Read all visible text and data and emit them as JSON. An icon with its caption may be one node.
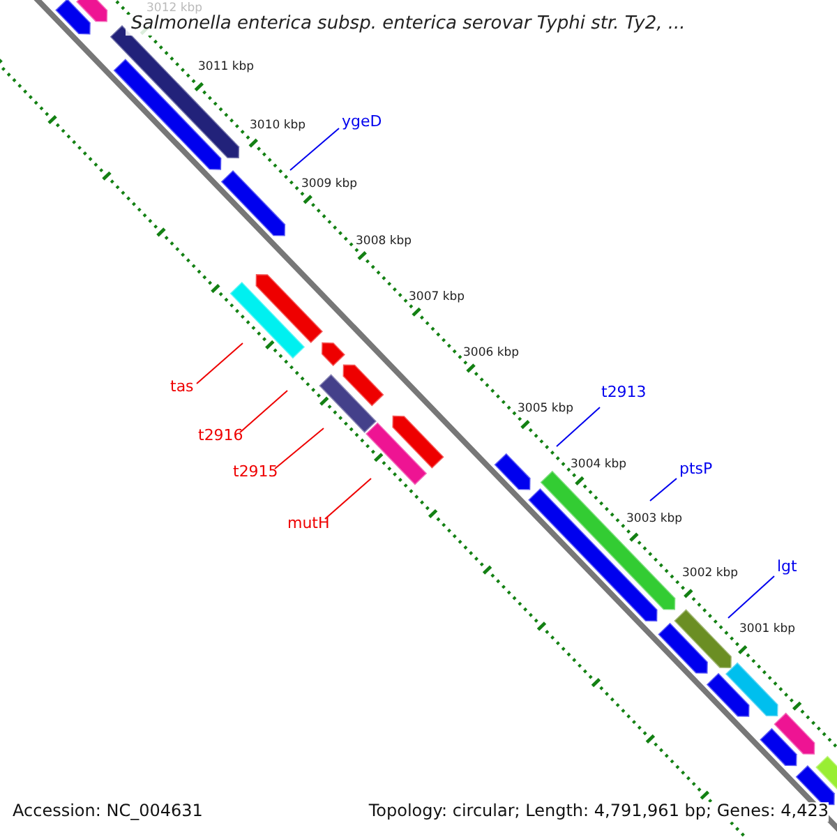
{
  "diagram": {
    "title": "Salmonella enterica subsp. enterica serovar Typhi str. Ty2, ...",
    "nodes": [
      {
        "text": [
          "ygeD"
        ]
      },
      {
        "text": [
          "t2913"
        ]
      },
      {
        "text": [
          "ptsP"
        ]
      },
      {
        "text": [
          "lgt"
        ]
      },
      {
        "text": [
          "tas"
        ]
      },
      {
        "text": [
          "t2916"
        ]
      },
      {
        "text": [
          "t2915"
        ]
      },
      {
        "text": [
          "mutH"
        ]
      }
    ],
    "edges": [
      {
        "from": 0,
        "to": null,
        "arrow": "none"
      },
      {
        "from": 1,
        "to": null,
        "arrow": "none"
      },
      {
        "from": 2,
        "to": null,
        "arrow": "none"
      },
      {
        "from": 3,
        "to": null,
        "arrow": "none"
      },
      {
        "from": 4,
        "to": null,
        "arrow": "none",
        "color": "#ee0000"
      },
      {
        "from": 5,
        "to": null,
        "arrow": "none",
        "color": "#ee0000"
      },
      {
        "from": 6,
        "to": null,
        "arrow": "none",
        "color": "#ee0000"
      },
      {
        "from": 7,
        "to": null,
        "arrow": "none",
        "color": "#ee0000"
      }
    ],
    "labels": [
      "3012 kbp",
      "3011 kbp",
      "3010 kbp",
      "3009 kbp",
      "3008 kbp",
      "3007 kbp",
      "3006 kbp",
      "3005 kbp",
      "3004 kbp",
      "3003 kbp",
      "3002 kbp",
      "3001 kbp",
      "Accession: NC_004631",
      "Topology: circular; Length: 4,791,961 bp; Genes: 4,423"
    ]
  }
}
